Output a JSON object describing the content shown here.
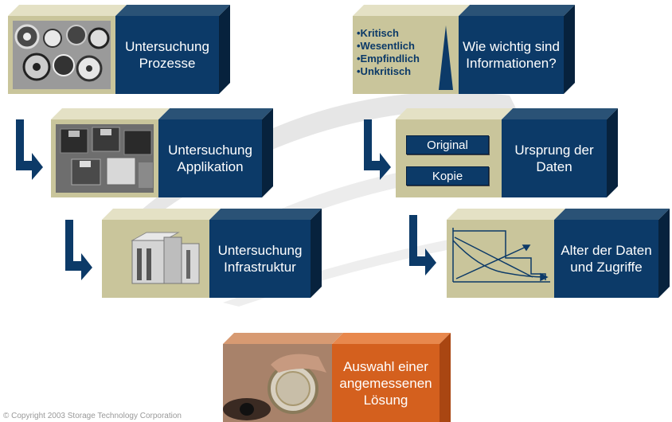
{
  "blocks": {
    "processes": {
      "line1": "Untersuchung",
      "line2": "Prozesse"
    },
    "importance": {
      "line1": "Wie wichtig sind",
      "line2": "Informationen?",
      "levels": [
        "•Kritisch",
        "•Wesentlich",
        "•Empfindlich",
        "•Unkritisch"
      ]
    },
    "application": {
      "line1": "Untersuchung",
      "line2": "Applikation"
    },
    "origin": {
      "line1": "Ursprung der",
      "line2": "Daten",
      "original_label": "Original",
      "copy_label": "Kopie"
    },
    "infrastructure": {
      "line1": "Untersuchung",
      "line2": "Infrastruktur"
    },
    "age": {
      "line1": "Alter der Daten",
      "line2": "und Zugriffe"
    },
    "solution": {
      "line1": "Auswahl einer",
      "line2": "angemessenen",
      "line3": "Lösung"
    }
  },
  "colors": {
    "navy": "#0c3a68",
    "khaki": "#c9c59b",
    "orange": "#d4601e",
    "arrow": "#0c3a68"
  },
  "copyright": "© Copyright 2003 Storage Technology Corporation"
}
